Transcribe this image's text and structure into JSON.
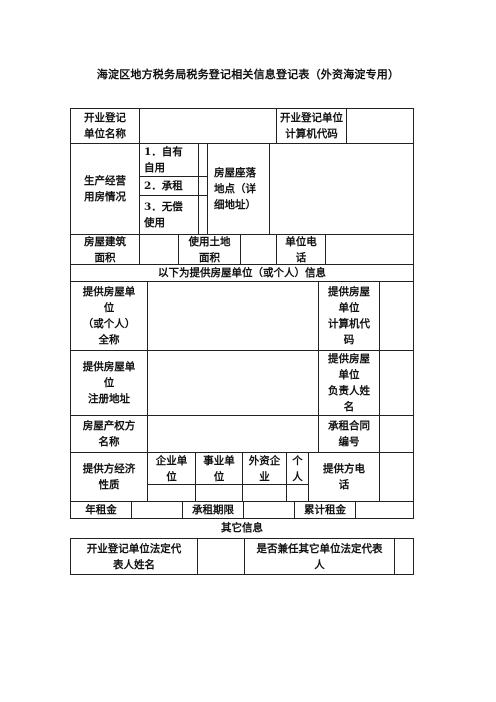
{
  "title": "海淀区地方税务局税务登记相关信息登记表（外资海淀专用）",
  "rows": {
    "r1": {
      "unit_name": "开业登记\n单位名称",
      "unit_code": "开业登记单位\n计算机代码"
    },
    "r2": {
      "usage_label": "生产经营\n用房情况",
      "opt1": "1．自有\n自用",
      "opt2": "2．承租",
      "opt3": "3．无偿\n使用",
      "location": "房屋座落\n地点（详\n细地址）"
    },
    "r3": {
      "build_area": "房屋建筑\n面积",
      "land_area": "使用土地\n面积",
      "phone": "单位电\n话"
    },
    "section_header": "以下为提供房屋单位（或个人）信息",
    "r4": {
      "provider_name": "提供房屋单\n位\n（或个人）\n全称",
      "provider_code": "提供房屋\n单位\n计算机代\n码"
    },
    "r5": {
      "reg_addr": "提供房屋单\n位\n注册地址",
      "legal_rep": "提供房屋\n单位\n负责人姓\n名"
    },
    "r6": {
      "owner": "房屋产权方\n名称",
      "contract": "承租合同\n编号"
    },
    "r7": {
      "nature": "提供方经济\n性质",
      "enterprise": "企业单\n位",
      "institution": "事业单\n位",
      "foreign": "外资企\n业",
      "individual": "个\n人",
      "provider_phone": "提供方电\n话"
    },
    "r8": {
      "annual_rent": "年租金",
      "lease_term": "承租期限",
      "total_rent": "累计租金"
    },
    "other_header": "其它信息",
    "r9": {
      "legal_name": "开业登记单位法定代\n表人姓名",
      "other_post": "是否兼任其它单位法定代表\n人"
    }
  }
}
